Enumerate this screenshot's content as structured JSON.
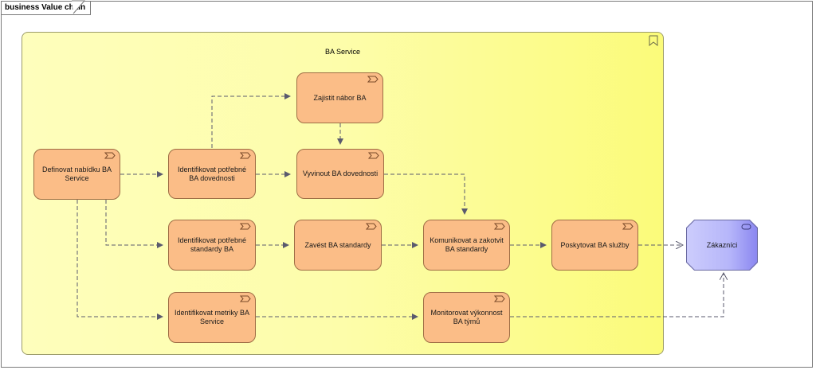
{
  "diagram": {
    "title": "business Value chain",
    "group": {
      "title": "BA Service"
    },
    "steps": {
      "definovat": "Definovat nabídku BA Service",
      "identifikovat_dovednosti": "Identifikovat potřebné BA dovednosti",
      "zajistit_nabor": "Zajistit nábor BA",
      "vyvinout": "Vyvinout BA dovednosti",
      "identifikovat_standardy": "Identifikovat potřebné standardy BA",
      "zavest": "Zavést BA standardy",
      "komunikovat": "Komunikovat a zakotvit BA standardy",
      "poskytovat": "Poskytovat BA služby",
      "identifikovat_metriky": "Identifikovat metriky BA Service",
      "monitorovat": "Monitorovat výkonnost BA týmů"
    },
    "role": {
      "label": "Zákazníci"
    },
    "colors": {
      "value_stream_fill": "#fbbd87",
      "role_fill": "#b6b6fa",
      "group_fill": "#fdfdaa",
      "connector": "#5a5a6e"
    },
    "icons": {
      "value_stream": "value-stream-icon",
      "role": "business-role-icon",
      "group": "grouping-icon"
    }
  }
}
